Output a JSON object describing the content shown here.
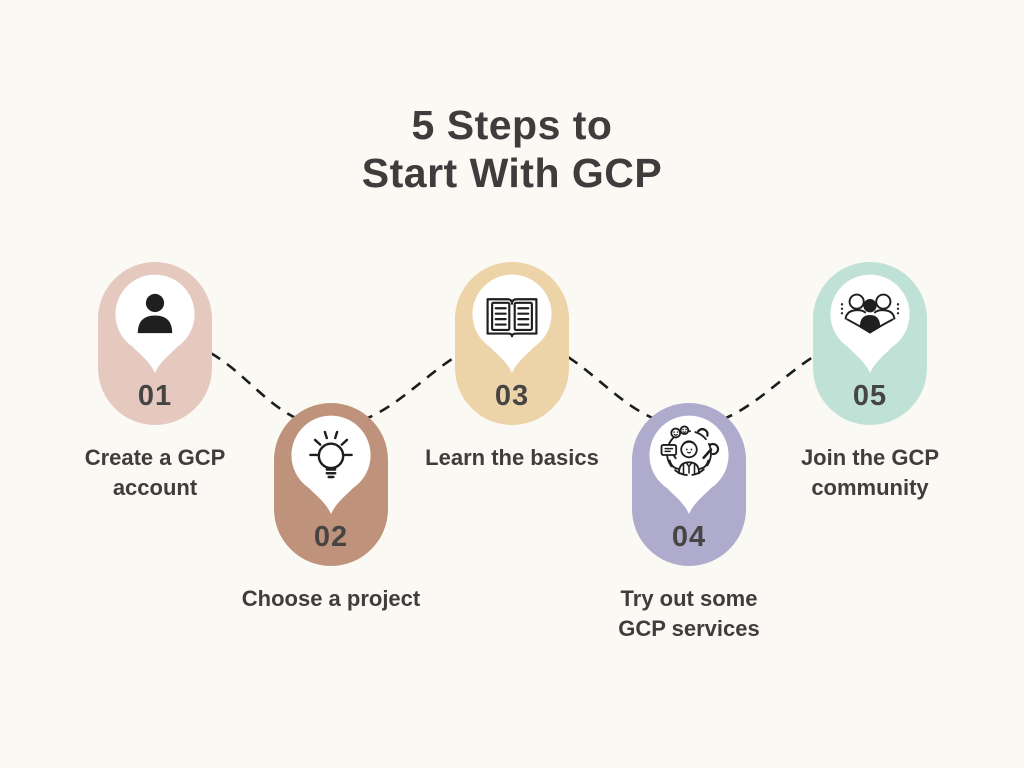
{
  "title": {
    "lines": [
      "5 Steps to",
      "Start With GCP"
    ]
  },
  "steps": [
    {
      "number": "01",
      "label_lines": [
        "Create a GCP",
        "account"
      ],
      "icon": "person-icon",
      "color": "#e5c9bf"
    },
    {
      "number": "02",
      "label_lines": [
        "Choose a project"
      ],
      "icon": "lightbulb-icon",
      "color": "#bf937b"
    },
    {
      "number": "03",
      "label_lines": [
        "Learn the basics"
      ],
      "icon": "open-book-icon",
      "color": "#ecd3a8"
    },
    {
      "number": "04",
      "label_lines": [
        "Try out some",
        "GCP services"
      ],
      "icon": "support-person-icon",
      "color": "#aeabcd"
    },
    {
      "number": "05",
      "label_lines": [
        "Join the GCP",
        "community"
      ],
      "icon": "community-icon",
      "color": "#c0e2d6"
    }
  ],
  "colors": {
    "background": "#fbf9f3",
    "title_text": "#3e3c3c",
    "label_text": "#403d3e",
    "number_text": "#474444",
    "connector": "#1c1c1c",
    "pin_fill": "#ffffff",
    "icon_stroke": "#1f1f1f"
  }
}
